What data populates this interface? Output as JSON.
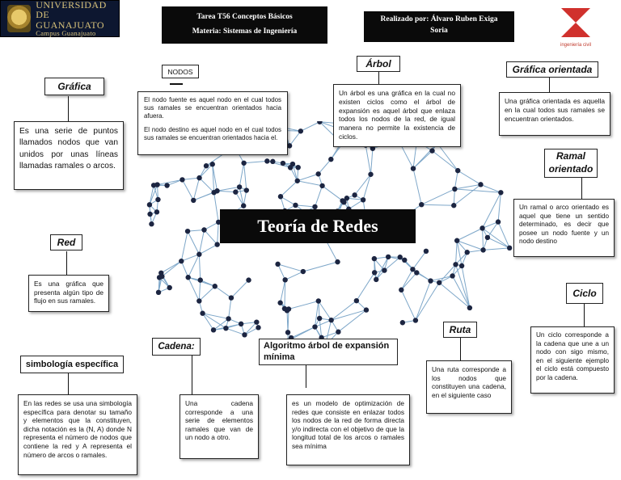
{
  "header": {
    "university_name": "UNIVERSIDAD",
    "university_city": "DE GUANAJUATO",
    "university_campus": "Campus Guanajuato",
    "task_line": "Tarea T56 Conceptos Básicos",
    "subject_line": "Materia: Sistemas de Ingeniería",
    "author_line1": "Realizado por: Álvaro Ruben Exiga",
    "author_line2": "Soria",
    "eng_logo_label": "ingeniería civil"
  },
  "main_title": "Teoría de Redes",
  "concepts": {
    "grafica": {
      "title": "Gráfica",
      "text": "Es una serie de puntos llamados nodos que van unidos por unas líneas llamadas ramales o arcos."
    },
    "nodos": {
      "title": "NODOS",
      "text1": "El nodo fuente es aquel nodo en el cual todos sus ramales se encuentran orientados hacia afuera.",
      "text2": "El nodo destino es aquel nodo en el cual todos sus ramales se encuentran orientados hacia el."
    },
    "arbol": {
      "title": "Árbol",
      "text": "Un árbol es una gráfica en la cual no existen ciclos como el árbol de expansión es aquel árbol que enlaza todos los nodos de la red, de igual manera no permite la existencia de ciclos."
    },
    "grafica_orientada": {
      "title": "Gráfica orientada",
      "text": "Una gráfica orientada es aquella en la cual todos sus ramales se encuentran orientados."
    },
    "ramal_orientado": {
      "title": "Ramal orientado",
      "text": "Un ramal o arco orientado es aquel que tiene un sentido determinado, es decir que posee un nodo fuente y un nodo destino"
    },
    "red": {
      "title": "Red",
      "text": "Es una gráfica que presenta algún tipo de flujo en sus ramales."
    },
    "ciclo": {
      "title": "Ciclo",
      "text": "Un ciclo corresponde a la cadena que une a un nodo con sigo mismo, en el siguiente ejemplo el ciclo está compuesto por la cadena."
    },
    "simbologia": {
      "title": "simbología específica",
      "text": "En las redes se usa una simbología específica para denotar su tamaño y elementos que la constituyen, dicha notación es la (N, A) donde N representa el número de nodos que contiene la red y A representa el número de arcos o ramales."
    },
    "cadena": {
      "title": "Cadena:",
      "text": "Una cadena corresponde a una serie de elementos ramales que van de un nodo a otro."
    },
    "algoritmo": {
      "title": "Algoritmo árbol de expansión mínima",
      "text": "es un modelo de optimización de redes que consiste en enlazar todos los nodos de la red de forma directa y/o indirecta con el objetivo de que la longitud total de los arcos o ramales sea mínima"
    },
    "ruta": {
      "title": "Ruta",
      "text": "Una ruta corresponde a los nodos que constituyen una cadena, en el siguiente caso"
    }
  },
  "colors": {
    "header_bg": "#0a0a0a",
    "logo_bg": "#0d1730",
    "logo_gold": "#d8c27a",
    "network_node": "#1c2541",
    "network_edge": "#7ea7c9",
    "eng_logo_red": "#d0312d"
  }
}
